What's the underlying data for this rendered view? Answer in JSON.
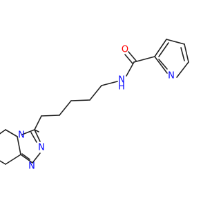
{
  "molecule": {
    "atom_labels": {
      "carbonyl_oxygen": "O",
      "amide_nitrogen": "N",
      "amide_hydrogen": "H",
      "pyridine_nitrogen": "N",
      "triazole_n1": "N",
      "triazole_n2": "N",
      "bridgehead_nitrogen": "N"
    },
    "colors": {
      "bond": "#222222",
      "oxygen": "#ff0000",
      "nitrogen": "#0000ff"
    }
  }
}
